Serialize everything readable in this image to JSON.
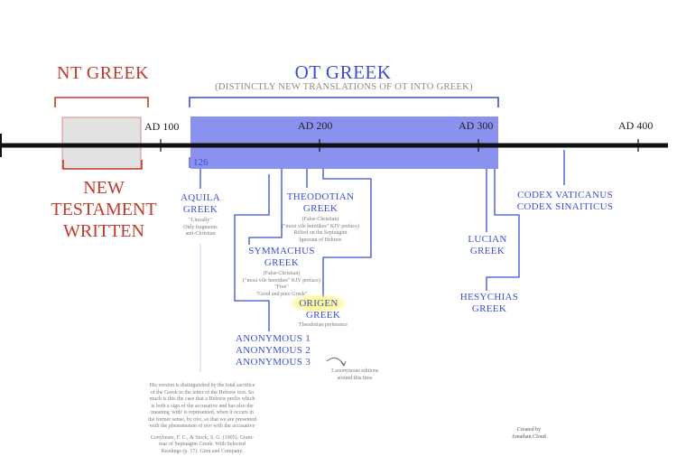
{
  "titles": {
    "nt_greek": "NT GREEK",
    "ot_greek": "OT GREEK",
    "ot_subtitle": "(DISTINCTLY NEW TRANSLATIONS OF OT INTO GREEK)",
    "new_testament_written": [
      "NEW",
      "TESTAMENT",
      "WRITTEN"
    ]
  },
  "years": {
    "ad100": "AD 100",
    "ad200": "AD 200",
    "ad300": "AD 300",
    "ad400": "AD 400",
    "start_126": "126"
  },
  "translations": {
    "aquila": {
      "name": [
        "AQUILA",
        "GREEK"
      ],
      "notes": [
        "\"Literally\"",
        "Only fragments",
        "anti-Christian"
      ]
    },
    "theodotian": {
      "name": [
        "THEODOTIAN",
        "GREEK"
      ],
      "notes": [
        "(False-Christian)",
        "(\"most vile heretikes\" KJV preface)",
        "Relied on the Septuagint",
        "Ignorant of Hebrew"
      ]
    },
    "symmachus": {
      "name": [
        "SYMMACHUS",
        "GREEK"
      ],
      "notes": [
        "(False-Christian)",
        "(\"most vile heretikes\" KJV preface)",
        "\"Free\"",
        "\"Good and pure Greek\""
      ]
    },
    "origen": {
      "name": [
        "ORIGEN",
        "GREEK"
      ],
      "notes": [
        "Theodotian preference"
      ]
    },
    "anonymous": {
      "names": [
        "ANONYMOUS 1",
        "ANONYMOUS 2",
        "ANONYMOUS 3"
      ],
      "note": [
        "3 anonymous editions",
        "around this time"
      ]
    },
    "lucian": {
      "name": [
        "LUCIAN",
        "GREEK"
      ]
    },
    "hesychias": {
      "name": [
        "HESYCHIAS",
        "GREEK"
      ]
    },
    "codices": {
      "names": [
        "CODEX VATICANUS",
        "CODEX SINAITICUS"
      ]
    }
  },
  "quote": {
    "text": [
      "His version is distinguished by the total sacrifice",
      "of the Greek to the letter of the Hebrew text. So",
      "much is this the case that a Hebrew prefix which",
      "is both a sign of the accusative and has also the",
      "meaning 'with' is represented, when it occurs in",
      "the former sense, by σύν, so that we are presented",
      "with the phenomenon of σύν with the accusative"
    ],
    "citation": [
      "Conybeare, F. C., & Stock, S. G. (1905). Gram-",
      "mar of Septuagint Greek: With Selected",
      "Readings (p. 17). Ginn and Company."
    ]
  },
  "credit": [
    "Created by",
    "Jonathan Cloud"
  ],
  "colors": {
    "red": "#c0392b",
    "blue": "#3a4fd6",
    "band_fill": "#8a91ee",
    "nt_box_fill": "#e2e2e2",
    "highlight": "#fff27a"
  }
}
